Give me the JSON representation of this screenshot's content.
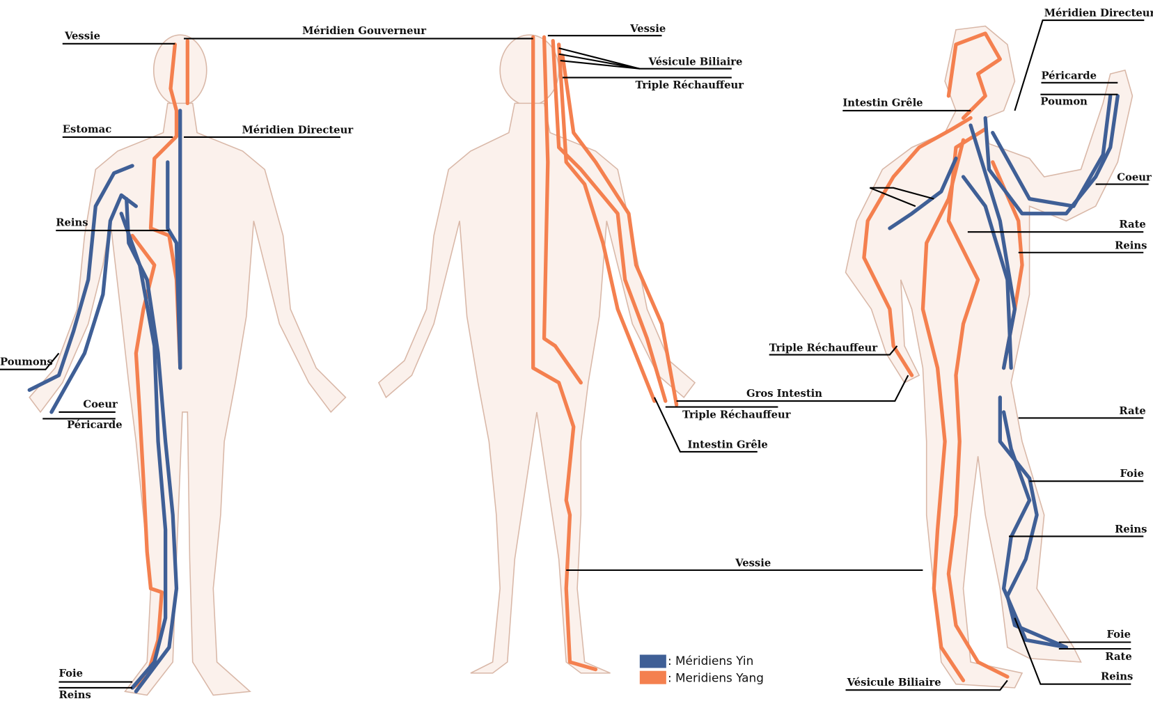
{
  "labels": {
    "front_vessie": "Vessie",
    "meridien_gouverneur": "Méridien Gouverneur",
    "front_estomac": "Estomac",
    "front_meridien_directeur": "Méridien Directeur",
    "front_reins": "Reins",
    "front_poumons": "Poumons",
    "front_coeur": "Coeur",
    "front_pericarde": "Péricarde",
    "front_foie": "Foie",
    "front_reins_foot": "Reins",
    "back_vessie": "Vessie",
    "back_vesicule_biliaire": "Vésicule Biliaire",
    "back_triple_rechauffeur_head": "Triple Réchauffeur",
    "gros_intestin": "Gros Intestin",
    "back_triple_rechauffeur_hand": "Triple Réchauffeur",
    "back_intestin_grele": "Intestin Grêle",
    "back_vessie_leg": "Vessie",
    "side_meridien_directeur": "Méridien Directeur",
    "side_pericarde": "Péricarde",
    "side_poumon": "Poumon",
    "side_intestin_grele": "Intestin Grêle",
    "side_coeur": "Coeur",
    "side_rate_chest": "Rate",
    "side_reins_chest": "Reins",
    "side_triple_rechauffeur": "Triple Réchauffeur",
    "side_rate_thigh": "Rate",
    "side_foie_knee": "Foie",
    "side_reins_leg": "Reins",
    "side_foie_foot": "Foie",
    "side_rate_foot": "Rate",
    "side_reins_foot": "Reins",
    "side_vesicule_biliaire": "Vésicule Biliaire"
  },
  "legend": {
    "yin": ": Méridiens Yin",
    "yang": ": Meridiens Yang",
    "yin_color": "#3f5f96",
    "yang_color": "#f4804f"
  }
}
